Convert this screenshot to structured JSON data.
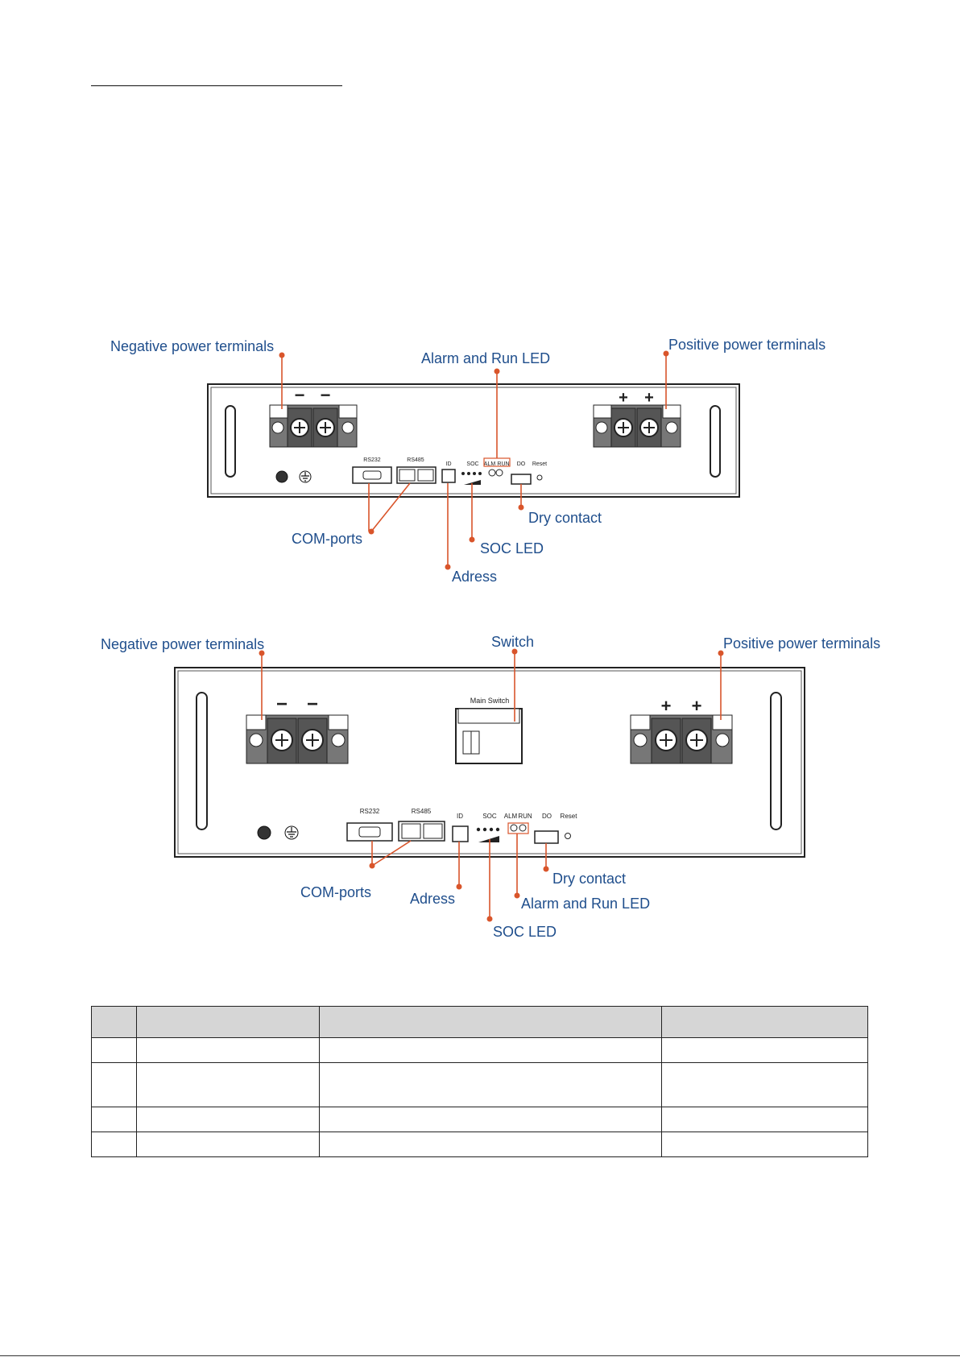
{
  "figure1": {
    "callouts": {
      "negative": "Negative power terminals",
      "alarm_run": "Alarm and Run LED",
      "positive": "Positive power terminals",
      "com": "COM-ports",
      "soc": "SOC LED",
      "adress": "Adress",
      "dry": "Dry contact"
    },
    "panel_labels": {
      "minus": "−",
      "plus": "+",
      "rs232": "RS232",
      "rs485": "RS485",
      "id": "ID",
      "soc": "SOC",
      "alm": "ALM",
      "run": "RUN",
      "do": "DO",
      "reset": "Reset"
    }
  },
  "figure2": {
    "callouts": {
      "negative": "Negative power terminals",
      "switch": "Switch",
      "positive": "Positive power terminals",
      "com": "COM-ports",
      "adress": "Adress",
      "dry": "Dry contact",
      "alarm_run": "Alarm and Run LED",
      "soc": "SOC LED"
    },
    "panel_labels": {
      "minus": "−",
      "plus": "+",
      "main_switch": "Main Switch",
      "rs232": "RS232",
      "rs485": "RS485",
      "id": "ID",
      "soc": "SOC",
      "alm": "ALM",
      "run": "RUN",
      "do": "DO",
      "reset": "Reset"
    }
  },
  "colors": {
    "callout_text": "#1f4e8c",
    "leader_line": "#d9552b",
    "table_header_bg": "#d6d6d6"
  }
}
